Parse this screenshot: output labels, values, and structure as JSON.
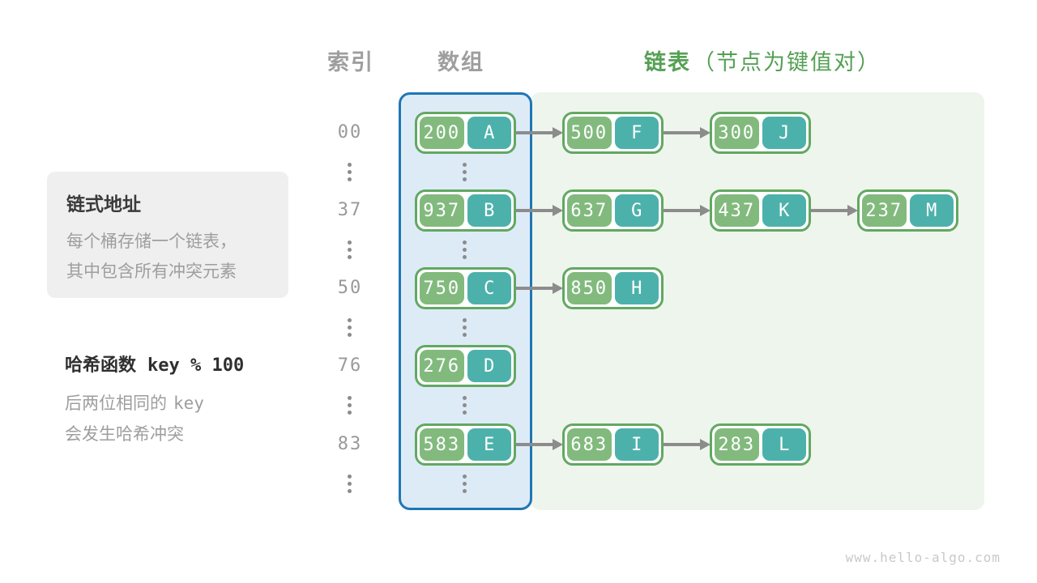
{
  "headers": {
    "index": "索引",
    "array": "数组",
    "list": "链表",
    "list_note": "（节点为键值对）"
  },
  "info_card": {
    "title": "链式地址",
    "line1": "每个桶存储一个链表，",
    "line2": "其中包含所有冲突元素"
  },
  "hash_note": {
    "label": "哈希函数",
    "code": "key % 100",
    "line1_prefix": "后两位相同的",
    "line1_code": "key",
    "line2": "会发生哈希冲突"
  },
  "rows": [
    {
      "index": "00",
      "nodes": [
        {
          "key": "200",
          "value": "A"
        },
        {
          "key": "500",
          "value": "F"
        },
        {
          "key": "300",
          "value": "J"
        }
      ]
    },
    {
      "index": "37",
      "nodes": [
        {
          "key": "937",
          "value": "B"
        },
        {
          "key": "637",
          "value": "G"
        },
        {
          "key": "437",
          "value": "K"
        },
        {
          "key": "237",
          "value": "M"
        }
      ]
    },
    {
      "index": "50",
      "nodes": [
        {
          "key": "750",
          "value": "C"
        },
        {
          "key": "850",
          "value": "H"
        }
      ]
    },
    {
      "index": "76",
      "nodes": [
        {
          "key": "276",
          "value": "D"
        }
      ]
    },
    {
      "index": "83",
      "nodes": [
        {
          "key": "583",
          "value": "E"
        },
        {
          "key": "683",
          "value": "I"
        },
        {
          "key": "283",
          "value": "L"
        }
      ]
    }
  ],
  "watermark": "www.hello-algo.com",
  "colors": {
    "header_gray": "#9e9e9e",
    "header_green": "#55a055",
    "array_border_blue": "#2076b4",
    "array_bg": "#ddebf7",
    "list_bg": "#eef5ec",
    "node_border_green": "#62a862",
    "node_key_green": "#82ba7e",
    "node_value_teal": "#4db1ab",
    "arrow_gray": "#8c8c8c",
    "card_bg": "#efefef",
    "text_dark": "#3a3a3a",
    "text_gray": "#9e9e9e",
    "watermark_gray": "#c9c9c9"
  }
}
